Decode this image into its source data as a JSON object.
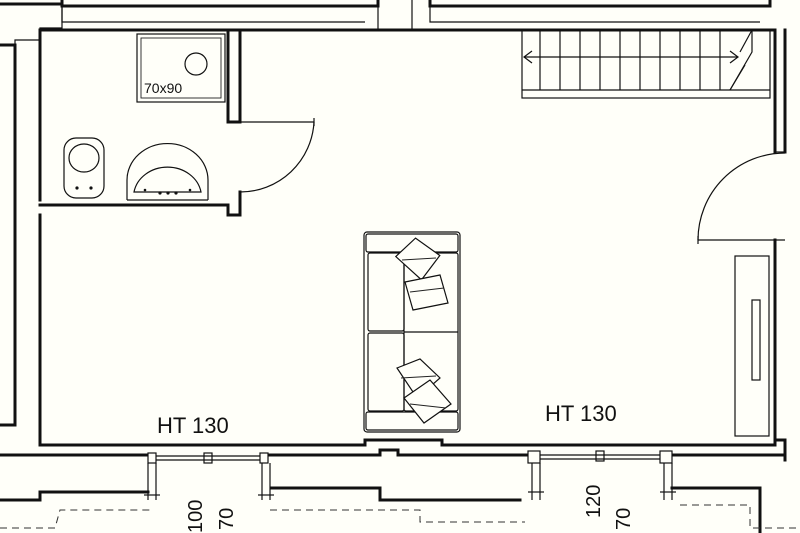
{
  "plan": {
    "shower": {
      "size_label": "70x90"
    },
    "windows": [
      {
        "height_label": "HT 130",
        "dims": [
          "100",
          "70"
        ]
      },
      {
        "height_label": "HT 130",
        "dims": [
          "120",
          "70"
        ]
      }
    ]
  }
}
